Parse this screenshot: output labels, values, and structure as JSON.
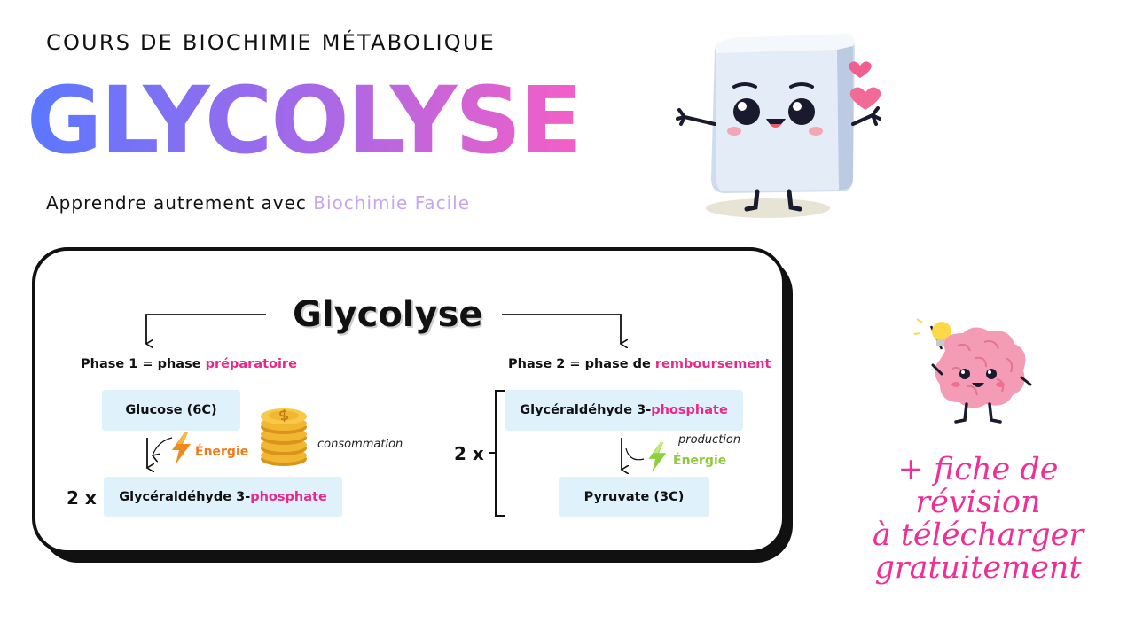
{
  "header": {
    "course": "COURS DE BIOCHIMIE MÉTABOLIQUE",
    "title": "GLYCOLYSE",
    "tagline_prefix": "Apprendre autrement avec",
    "tagline_brand": "Biochimie Facile"
  },
  "diagram": {
    "title": "Glycolyse",
    "phase1": {
      "label_prefix": "Phase 1 = phase",
      "label_highlight": "préparatoire",
      "input": "Glucose (6C)",
      "energy_label": "Énergie",
      "energy_note": "consommation",
      "multiplier": "2 x",
      "output_prefix": "Glycéraldéhyde 3-",
      "output_highlight": "phosphate"
    },
    "phase2": {
      "label_prefix": "Phase 2 = phase de",
      "label_highlight": "remboursement",
      "multiplier": "2 x",
      "input_prefix": "Glycéraldéhyde 3-",
      "input_highlight": "phosphate",
      "energy_note": "production",
      "energy_label": "Énergie",
      "output": "Pyruvate (3C)"
    }
  },
  "promo": {
    "line1": "+ fiche de révision",
    "line2": "à télécharger",
    "line3": "gratuitement"
  },
  "colors": {
    "accent_pink": "#e8288b",
    "gradient_start": "#5a78ff",
    "gradient_end": "#f45fc6",
    "box_bg": "#dff1fb",
    "energy_orange": "#ef7b1a",
    "energy_green": "#8ccb3a"
  },
  "icons": [
    "sugar-cube-mascot-icon",
    "brain-mascot-icon",
    "coins-icon",
    "lightning-icon"
  ]
}
